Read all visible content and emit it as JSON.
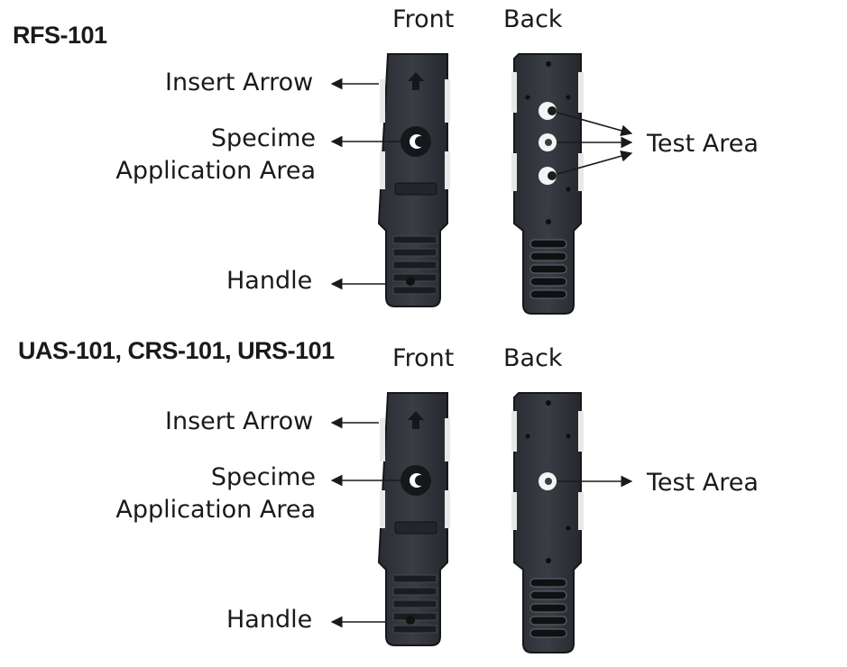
{
  "panels": [
    {
      "title": "RFS-101",
      "front_label": "Front",
      "back_label": "Back",
      "front_callouts": {
        "insert_arrow": "Insert Arrow",
        "specimen_line1": "Specime",
        "specimen_line2": "Application Area",
        "handle": "Handle"
      },
      "back_callout": "Test Area",
      "test_area_count": 3
    },
    {
      "title": "UAS-101, CRS-101, URS-101",
      "front_label": "Front",
      "back_label": "Back",
      "front_callouts": {
        "insert_arrow": "Insert Arrow",
        "specimen_line1": "Specime",
        "specimen_line2": "Application Area",
        "handle": "Handle"
      },
      "back_callout": "Test Area",
      "test_area_count": 1
    }
  ]
}
